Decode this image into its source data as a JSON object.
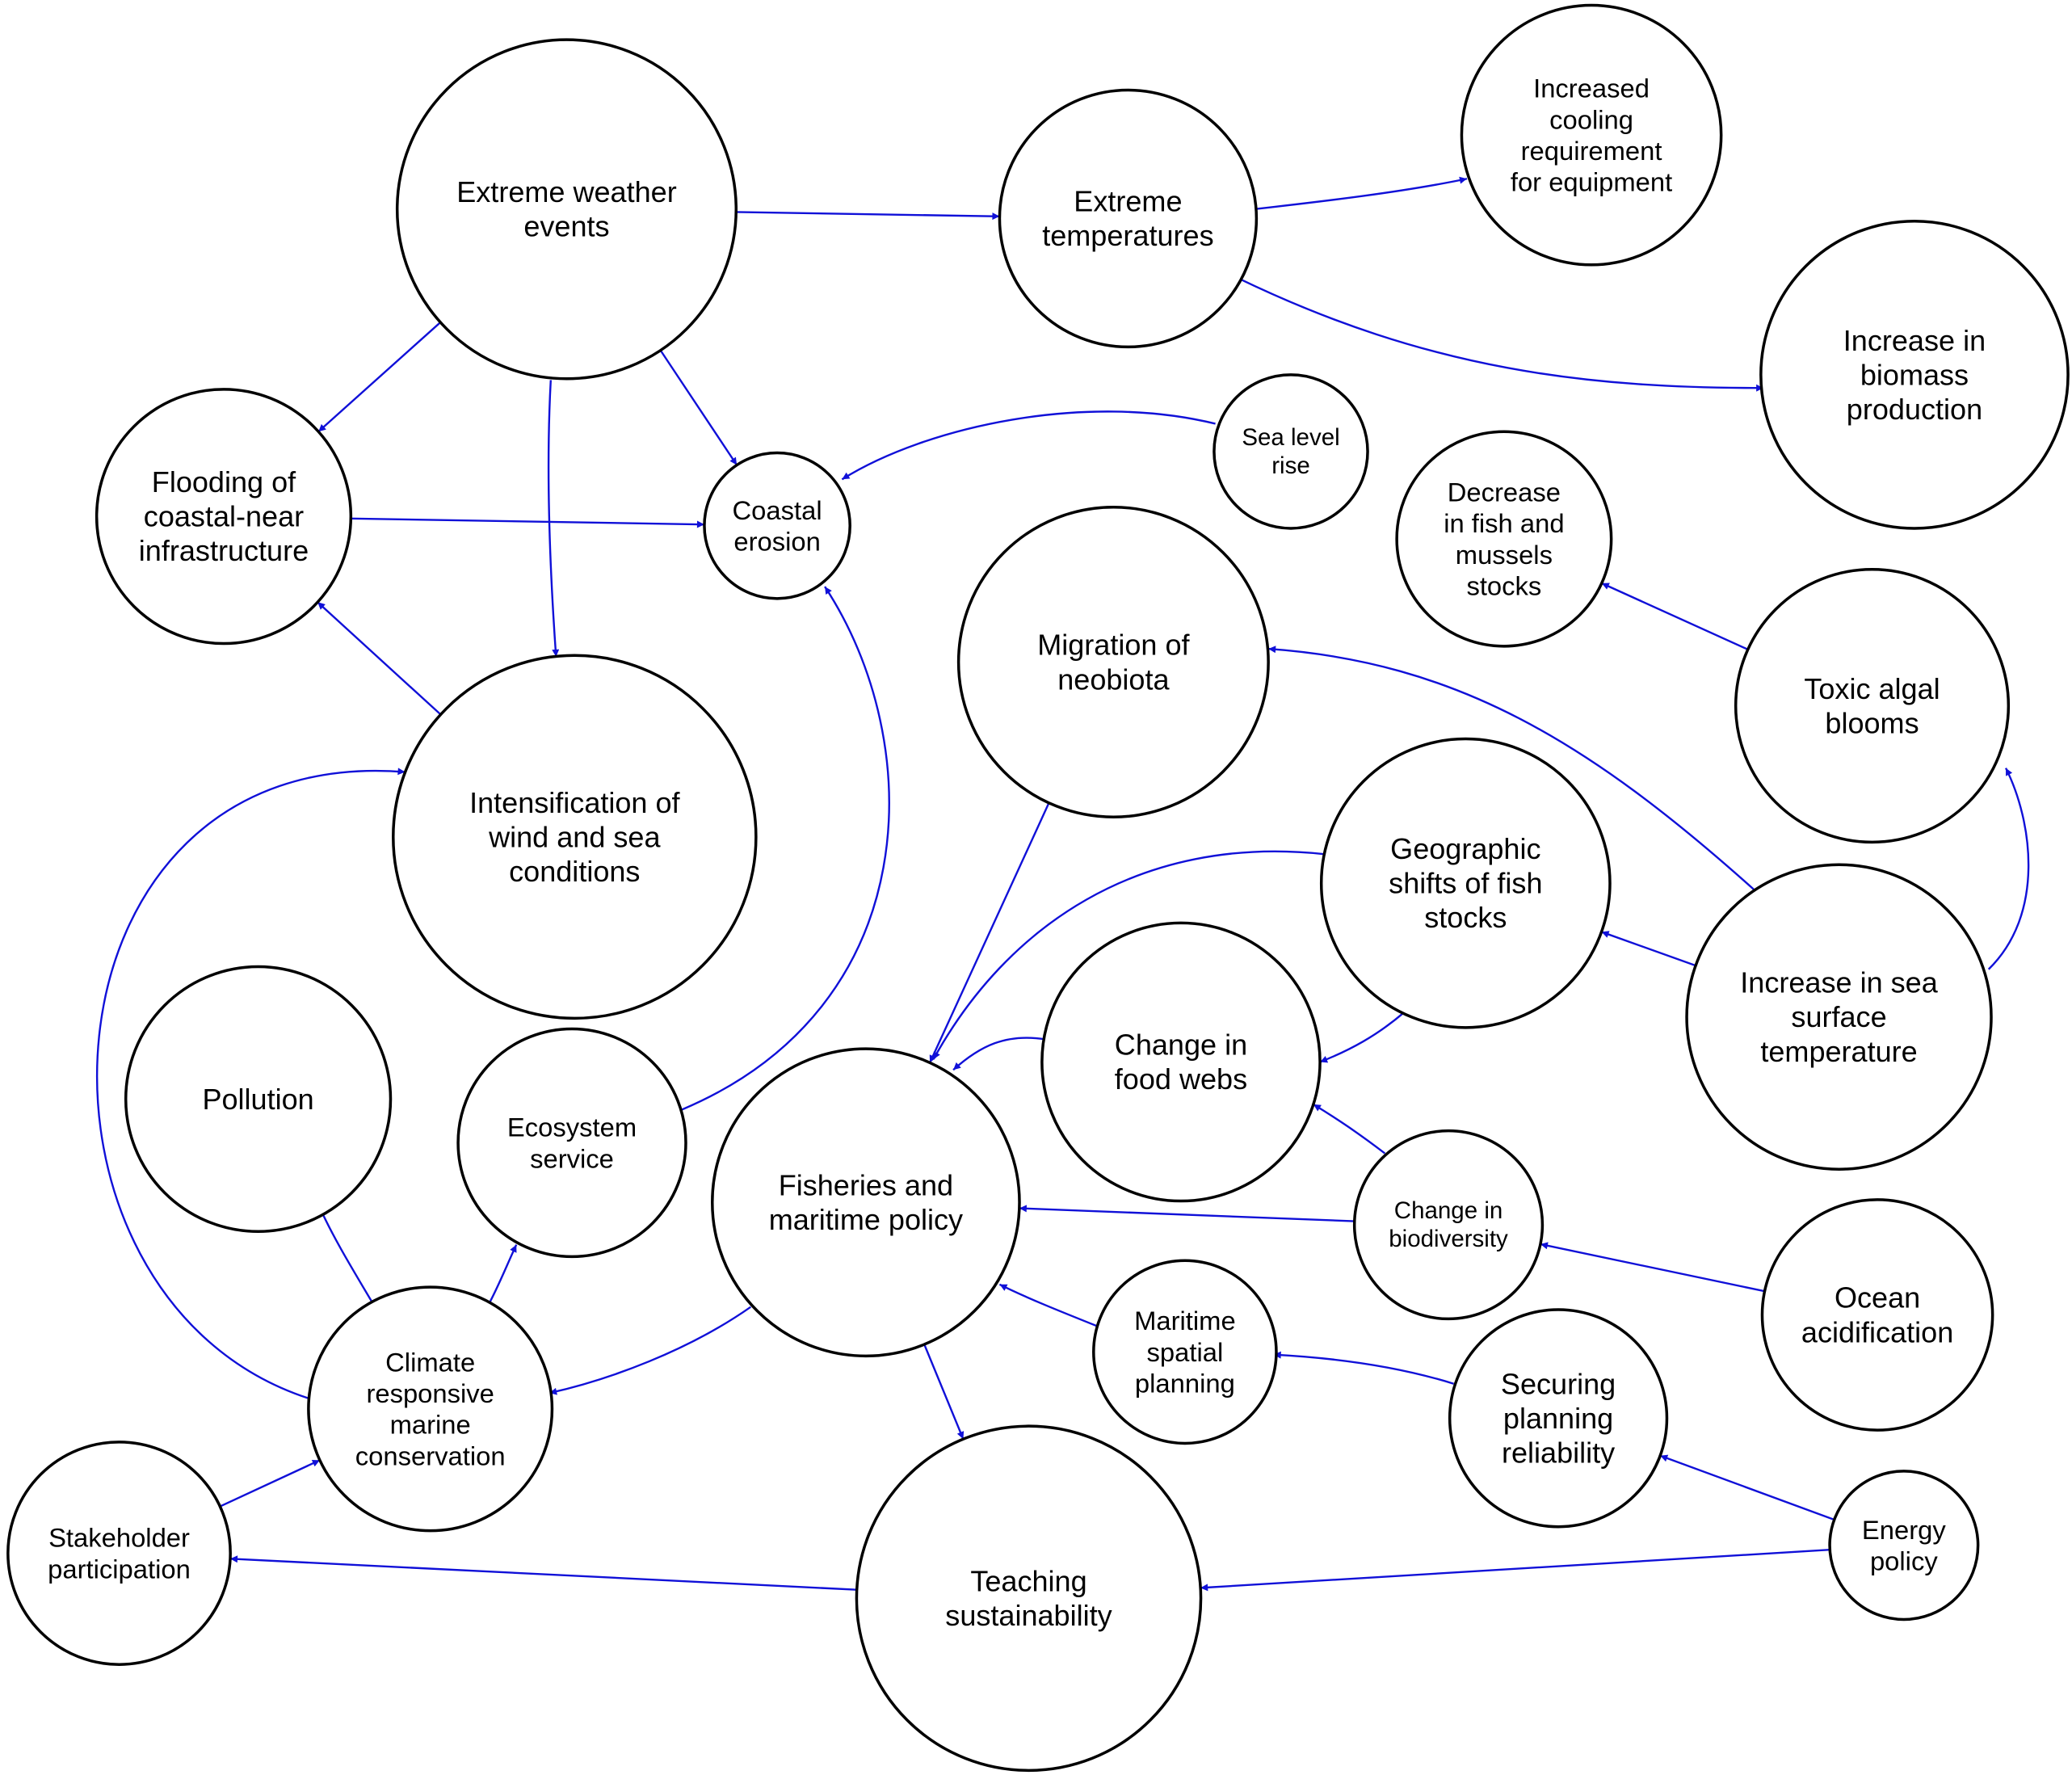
{
  "colors": {
    "edge": "#1010d8",
    "node_stroke": "#000000",
    "node_fill": "#ffffff",
    "text": "#000000"
  },
  "nodes": [
    {
      "id": "extreme-weather-events",
      "lines": [
        "Extreme weather",
        "events"
      ]
    },
    {
      "id": "extreme-temperatures",
      "lines": [
        "Extreme",
        "temperatures"
      ]
    },
    {
      "id": "increased-cooling",
      "lines": [
        "Increased",
        "cooling",
        "requirement",
        "for equipment"
      ]
    },
    {
      "id": "increase-biomass",
      "lines": [
        "Increase in",
        "biomass",
        "production"
      ]
    },
    {
      "id": "flooding",
      "lines": [
        "Flooding of",
        "coastal-near",
        "infrastructure"
      ]
    },
    {
      "id": "coastal-erosion",
      "lines": [
        "Coastal",
        "erosion"
      ]
    },
    {
      "id": "sea-level-rise",
      "lines": [
        "Sea level",
        "rise"
      ]
    },
    {
      "id": "decrease-fish",
      "lines": [
        "Decrease",
        "in fish and",
        "mussels",
        "stocks"
      ]
    },
    {
      "id": "migration-neobiota",
      "lines": [
        "Migration of",
        "neobiota"
      ]
    },
    {
      "id": "toxic-algal-blooms",
      "lines": [
        "Toxic algal",
        "blooms"
      ]
    },
    {
      "id": "intensification",
      "lines": [
        "Intensification of",
        "wind and sea",
        "conditions"
      ]
    },
    {
      "id": "geographic-shifts",
      "lines": [
        "Geographic",
        "shifts of fish",
        "stocks"
      ]
    },
    {
      "id": "increase-sst",
      "lines": [
        "Increase in sea",
        "surface",
        "temperature"
      ]
    },
    {
      "id": "pollution",
      "lines": [
        "Pollution"
      ]
    },
    {
      "id": "change-food-webs",
      "lines": [
        "Change in",
        "food webs"
      ]
    },
    {
      "id": "ecosystem-service",
      "lines": [
        "Ecosystem",
        "service"
      ]
    },
    {
      "id": "fisheries-policy",
      "lines": [
        "Fisheries and",
        "maritime policy"
      ]
    },
    {
      "id": "change-biodiversity",
      "lines": [
        "Change in",
        "biodiversity"
      ]
    },
    {
      "id": "ocean-acidification",
      "lines": [
        "Ocean",
        "acidification"
      ]
    },
    {
      "id": "maritime-spatial",
      "lines": [
        "Maritime",
        "spatial",
        "planning"
      ]
    },
    {
      "id": "climate-responsive",
      "lines": [
        "Climate",
        "responsive",
        "marine",
        "conservation"
      ]
    },
    {
      "id": "securing-planning",
      "lines": [
        "Securing",
        "planning",
        "reliability"
      ]
    },
    {
      "id": "stakeholder",
      "lines": [
        "Stakeholder",
        "participation"
      ]
    },
    {
      "id": "energy-policy",
      "lines": [
        "Energy",
        "policy"
      ]
    },
    {
      "id": "teaching",
      "lines": [
        "Teaching",
        "sustainability"
      ]
    }
  ],
  "edges": [
    {
      "from": "extreme-weather-events",
      "to": "extreme-temperatures"
    },
    {
      "from": "extreme-weather-events",
      "to": "flooding"
    },
    {
      "from": "extreme-weather-events",
      "to": "coastal-erosion"
    },
    {
      "from": "extreme-weather-events",
      "to": "intensification"
    },
    {
      "from": "extreme-temperatures",
      "to": "increased-cooling"
    },
    {
      "from": "extreme-temperatures",
      "to": "increase-biomass"
    },
    {
      "from": "flooding",
      "to": "coastal-erosion"
    },
    {
      "from": "sea-level-rise",
      "to": "coastal-erosion"
    },
    {
      "from": "intensification",
      "to": "flooding"
    },
    {
      "from": "ecosystem-service",
      "to": "coastal-erosion"
    },
    {
      "from": "toxic-algal-blooms",
      "to": "decrease-fish"
    },
    {
      "from": "increase-sst",
      "to": "migration-neobiota"
    },
    {
      "from": "increase-sst",
      "to": "toxic-algal-blooms"
    },
    {
      "from": "increase-sst",
      "to": "geographic-shifts"
    },
    {
      "from": "migration-neobiota",
      "to": "fisheries-policy"
    },
    {
      "from": "geographic-shifts",
      "to": "fisheries-policy"
    },
    {
      "from": "geographic-shifts",
      "to": "change-food-webs"
    },
    {
      "from": "change-food-webs",
      "to": "fisheries-policy"
    },
    {
      "from": "change-biodiversity",
      "to": "change-food-webs"
    },
    {
      "from": "change-biodiversity",
      "to": "fisheries-policy"
    },
    {
      "from": "ocean-acidification",
      "to": "change-biodiversity"
    },
    {
      "from": "maritime-spatial",
      "to": "fisheries-policy"
    },
    {
      "from": "securing-planning",
      "to": "maritime-spatial"
    },
    {
      "from": "energy-policy",
      "to": "securing-planning"
    },
    {
      "from": "energy-policy",
      "to": "teaching"
    },
    {
      "from": "fisheries-policy",
      "to": "climate-responsive"
    },
    {
      "from": "fisheries-policy",
      "to": "teaching"
    },
    {
      "from": "climate-responsive",
      "to": "pollution"
    },
    {
      "from": "climate-responsive",
      "to": "ecosystem-service"
    },
    {
      "from": "climate-responsive",
      "to": "intensification"
    },
    {
      "from": "stakeholder",
      "to": "climate-responsive"
    },
    {
      "from": "teaching",
      "to": "stakeholder"
    }
  ]
}
